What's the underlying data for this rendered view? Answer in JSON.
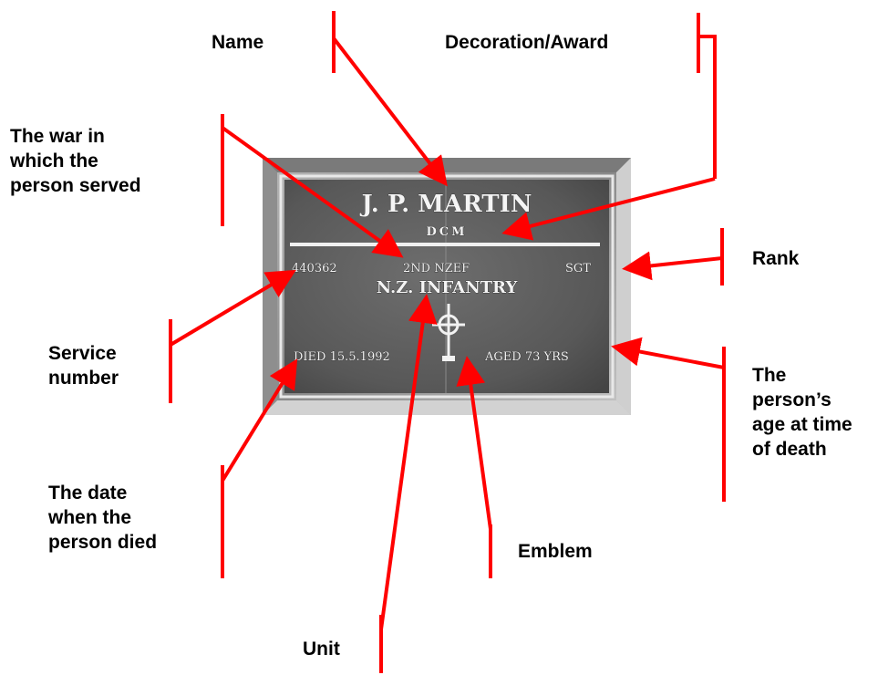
{
  "labels": {
    "name": "Name",
    "decoration": "Decoration/Award",
    "war": [
      "The war in",
      "which the",
      "person served"
    ],
    "rank": "Rank",
    "service_number": [
      "Service",
      "number"
    ],
    "age": [
      "The",
      "person’s",
      "age at time",
      "of death"
    ],
    "date_died": [
      "The date",
      "when the",
      "person died"
    ],
    "emblem": "Emblem",
    "unit": "Unit"
  },
  "plaque": {
    "name": "J. P. MARTIN",
    "award": "DCM",
    "service_number": "440362",
    "war": "2ND NZEF",
    "rank": "SGT",
    "unit": "N.Z. INFANTRY",
    "died": "DIED 15.5.1992",
    "aged": "AGED 73 YRS"
  },
  "colors": {
    "annotation": "#ff0000",
    "plaque_face": "#5e5e5e",
    "plaque_frame": "#9c9c9c"
  },
  "icons": {
    "emblem": "celtic-cross-icon"
  }
}
